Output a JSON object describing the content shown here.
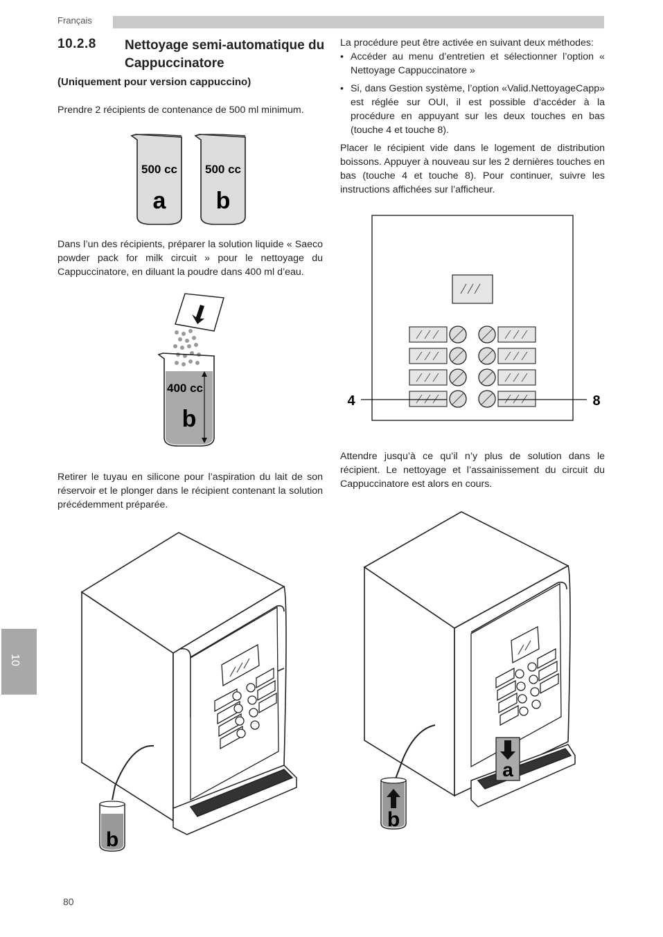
{
  "header": {
    "language": "Français"
  },
  "section": {
    "number": "10.2.8",
    "title": "Nettoyage semi-automatique du Cappuccinatore",
    "subtitle": "(Uniquement pour version cappuccino)"
  },
  "left_column": {
    "step1": "Prendre 2 récipients de contenance de 500 ml minimum.",
    "step2": "Dans l’un des récipients, préparer la solution liquide « Saeco powder pack for milk circuit » pour le nettoyage du Cappuccinatore, en diluant la poudre dans 400 ml d’eau.",
    "step3": "Retirer le tuyau en silicone pour l’aspiration du lait de son réservoir et le plonger dans le récipient contenant la solution précédemment préparée."
  },
  "right_column": {
    "intro": "La procédure peut être activée en suivant deux méthodes:",
    "bullets": [
      "Accéder au menu d’entretien et sélectionner l’option « Nettoyage Cappuccinatore »",
      "Si, dans Gestion système, l’option «Valid.NettoyageCapp» est réglée sur OUI, il est possible d’accéder à la procédure en appuyant sur les deux touches en bas (touche 4 et touche 8)."
    ],
    "bullet_symbol": "•",
    "step_place": "Placer le récipient vide dans le logement de distribution boissons. Appuyer à nouveau sur les 2 dernières touches en bas (touche 4 et touche 8). Pour continuer, suivre les instructions affichées sur l’afficheur.",
    "step_wait": "Attendre jusqu’à ce qu’il n’y plus de solution dans le récipient. Le nettoyage et l’assainissement du circuit du Cappuccinatore est alors en cours."
  },
  "figures": {
    "containers": {
      "a_volume": "500 cc",
      "a_letter": "a",
      "b_volume": "500 cc",
      "b_letter": "b"
    },
    "solution": {
      "volume": "400 cc",
      "letter": "b"
    },
    "keypad": {
      "left_key": "4",
      "right_key": "8"
    },
    "machine_left": {
      "container_letter": "b"
    },
    "machine_right": {
      "container_b_letter": "b",
      "container_a_letter": "a"
    }
  },
  "sidebar": {
    "chapter_tab": "10"
  },
  "footer": {
    "page_number": "80"
  }
}
